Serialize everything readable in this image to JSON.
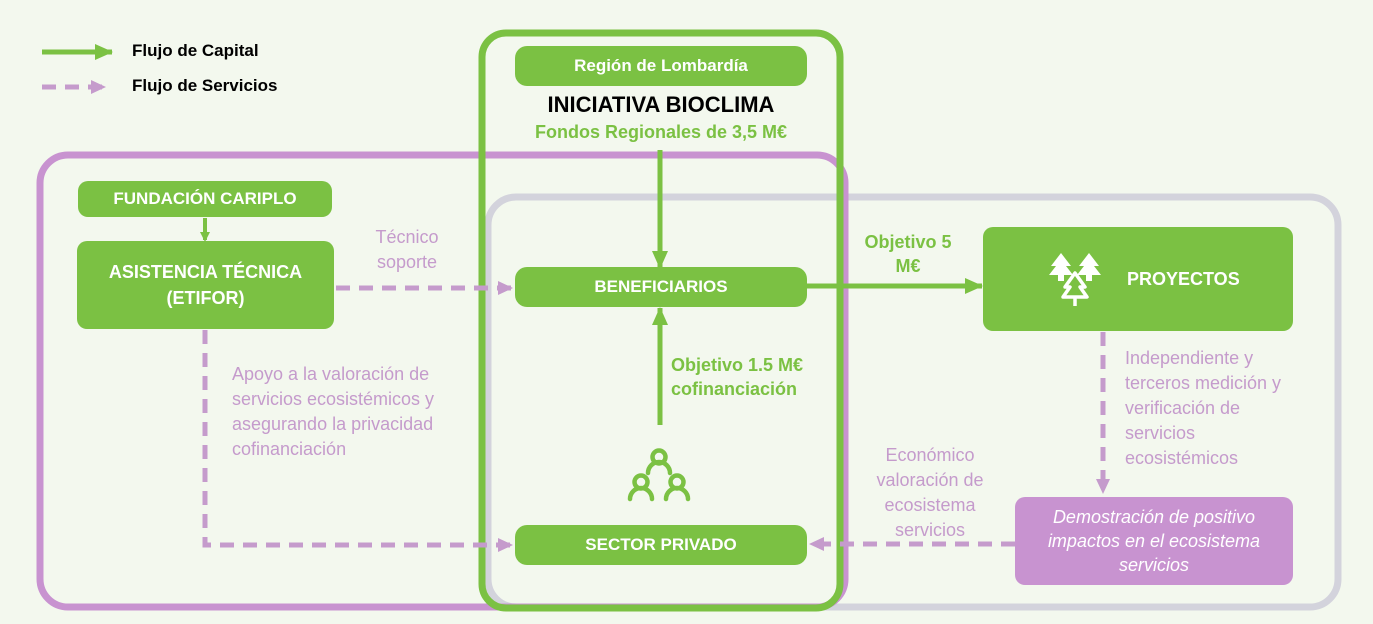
{
  "legend": {
    "capital": "Flujo de Capital",
    "services": "Flujo de Servicios"
  },
  "colors": {
    "green": "#7bc143",
    "purple": "#c59bcc",
    "purple_box": "#c893d0",
    "grey_frame": "#d3d3dc",
    "background": "#f3f8ee"
  },
  "region": {
    "badge": "Región de Lombardía",
    "title": "INICIATIVA BIOCLIMA",
    "funds": "Fondos Regionales de 3,5 M€"
  },
  "nodes": {
    "cariplo": "FUNDACIÓN CARIPLO",
    "tech_assist_line1": "ASISTENCIA TÉCNICA",
    "tech_assist_line2": "(ETIFOR)",
    "beneficiaries": "BENEFICIARIOS",
    "private_sector": "SECTOR PRIVADO",
    "projects": "PROYECTOS",
    "demonstration": "Demostración de positivo impactos en el ecosistema servicios"
  },
  "labels": {
    "tech_support": "Técnico soporte",
    "objective_5": "Objetivo 5 M€",
    "objective_15": "Objetivo 1.5 M€ cofinanciación",
    "valuation_support": "Apoyo a la valoración de servicios ecosistémicos y asegurando la privacidad cofinanciación",
    "independent": "Independiente y terceros medición y verificación de servicios ecosistémicos",
    "economic": "Económico valoración de ecosistema servicios"
  },
  "icons": {
    "projects": "trees-icon",
    "private_sector": "people-group-icon"
  }
}
